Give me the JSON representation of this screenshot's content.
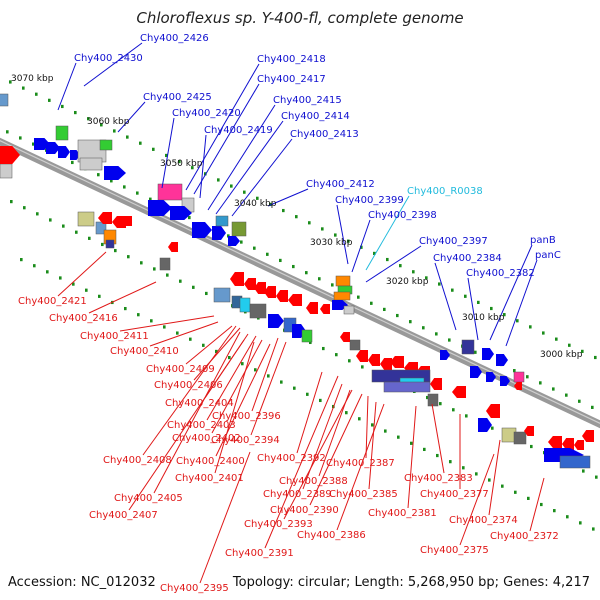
{
  "title": "Chloroflexus sp. Y-400-fl, complete genome",
  "footer": {
    "accession": "Accession: NC_012032",
    "summary": "Topology: circular; Length: 5,268,950 bp; Genes: 4,217"
  },
  "colors": {
    "backbone": "#999999",
    "forward_label": "#1010d0",
    "reverse_label": "#e01818",
    "rna_label": "#22bbdd",
    "tick": "#1a8c1a"
  },
  "kbp_labels": [
    "3070 kbp",
    "3060 kbp",
    "3050 kbp",
    "3040 kbp",
    "3030 kbp",
    "3020 kbp",
    "3010 kbp",
    "3000 kbp"
  ],
  "top_labels": [
    "Chy400_2426",
    "Chy400_2430",
    "Chy400_2425",
    "Chy400_2418",
    "Chy400_2417",
    "Chy400_2420",
    "Chy400_2419",
    "Chy400_2415",
    "Chy400_2414",
    "Chy400_2413",
    "Chy400_2412",
    "Chy400_R0038",
    "Chy400_2399",
    "Chy400_2398",
    "Chy400_2397",
    "Chy400_2384",
    "panB",
    "panC",
    "Chy400_2382"
  ],
  "bottom_labels": [
    "Chy400_2421",
    "Chy400_2416",
    "Chy400_2411",
    "Chy400_2410",
    "Chy400_2409",
    "Chy400_2406",
    "Chy400_2404",
    "Chy400_2403",
    "Chy400_2396",
    "Chy400_2402",
    "Chy400_2394",
    "Chy400_2400",
    "Chy400_2408",
    "Chy400_2392",
    "Chy400_2387",
    "Chy400_2401",
    "Chy400_2388",
    "Chy400_2383",
    "Chy400_2389",
    "Chy400_2385",
    "Chy400_2405",
    "Chy400_2377",
    "Chy400_2390",
    "Chy400_2407",
    "Chy400_2381",
    "Chy400_2374",
    "Chy400_2393",
    "Chy400_2386",
    "Chy400_2391",
    "Chy400_2375",
    "Chy400_2372",
    "Chy400_2395"
  ]
}
